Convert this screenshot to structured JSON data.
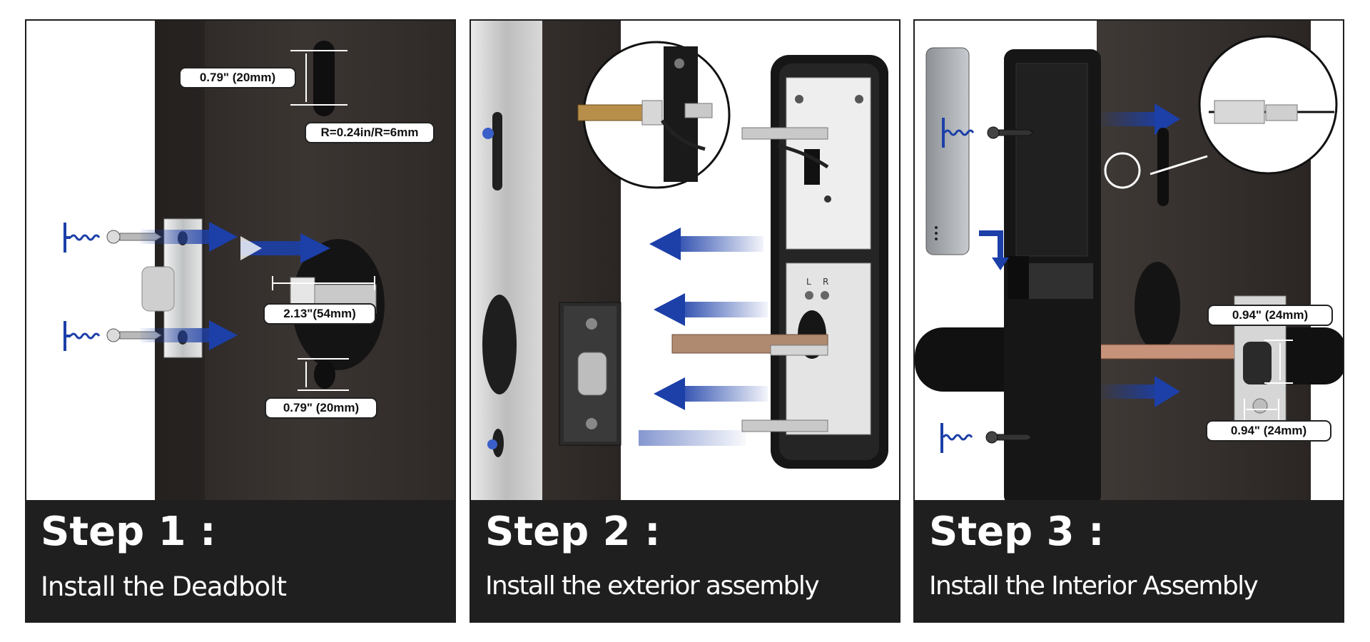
{
  "steps": [
    {
      "title": "Step 1 :",
      "subtitle": "Install the Deadbolt",
      "dimensions": [
        "0.79\" (20mm)",
        "R=0.24in/R=6mm",
        "2.13\"(54mm)",
        "0.79\" (20mm)"
      ]
    },
    {
      "title": "Step 2 :",
      "subtitle": "Install the exterior assembly",
      "marks": [
        "L",
        "R"
      ]
    },
    {
      "title": "Step 3 :",
      "subtitle": "Install the Interior Assembly",
      "dimensions": [
        "0.94\" (24mm)",
        "0.94\" (24mm)"
      ]
    }
  ],
  "colors": {
    "arrow_blue": "#1c3fa8",
    "door_dark": "#3a3431",
    "caption_bg": "#1f1f1f"
  },
  "icons": [
    "screw-icon",
    "screwdriver-icon",
    "arrow-icon",
    "magnifier-callout-icon"
  ]
}
